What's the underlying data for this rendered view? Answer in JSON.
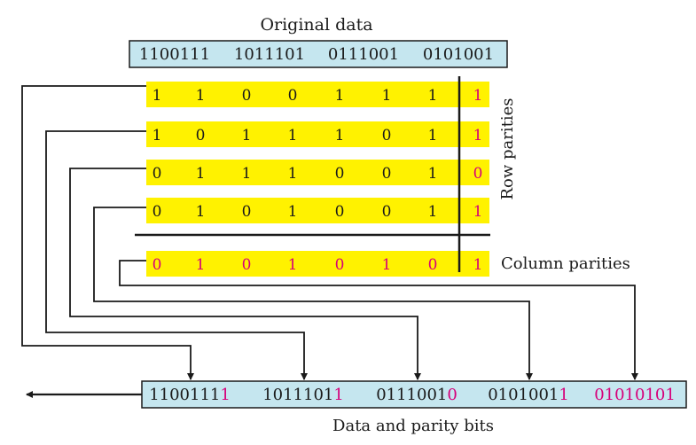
{
  "title": "Original data",
  "original_words": [
    "1100111",
    "1011101",
    "0111001",
    "0101001"
  ],
  "rows": [
    {
      "bits": [
        "1",
        "1",
        "0",
        "0",
        "1",
        "1",
        "1"
      ],
      "parity": "1"
    },
    {
      "bits": [
        "1",
        "0",
        "1",
        "1",
        "1",
        "0",
        "1"
      ],
      "parity": "1"
    },
    {
      "bits": [
        "0",
        "1",
        "1",
        "1",
        "0",
        "0",
        "1"
      ],
      "parity": "0"
    },
    {
      "bits": [
        "0",
        "1",
        "0",
        "1",
        "0",
        "0",
        "1"
      ],
      "parity": "1"
    }
  ],
  "column_parities": {
    "bits": [
      "0",
      "1",
      "0",
      "1",
      "0",
      "1",
      "0"
    ],
    "parity": "1"
  },
  "row_parities_label": "Row parities",
  "column_parities_label": "Column parities",
  "output_words": [
    {
      "data": "1100111",
      "parity": "1"
    },
    {
      "data": "1011101",
      "parity": "1"
    },
    {
      "data": "0111001",
      "parity": "0"
    },
    {
      "data": "0101001",
      "parity": "1"
    },
    {
      "data": "",
      "parity": "01010101"
    }
  ],
  "output_label": "Data and parity bits",
  "colors": {
    "data_box": "#c5e6ef",
    "row_band": "#fff200",
    "parity_text": "#d6007a",
    "line": "#1a1a1a"
  }
}
